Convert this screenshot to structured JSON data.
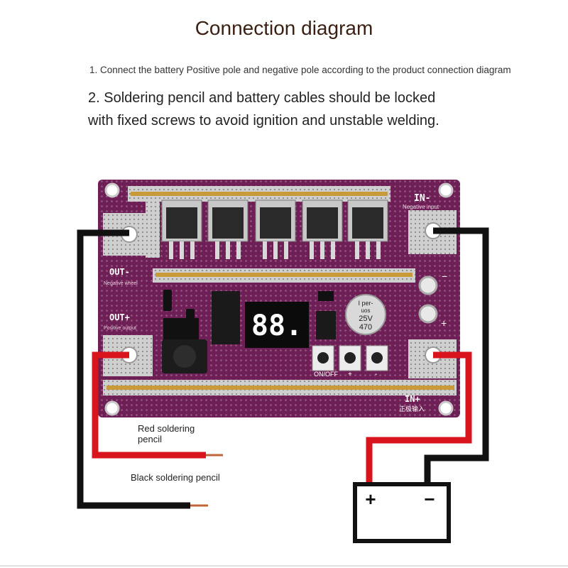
{
  "title": "Connection diagram",
  "instructions": {
    "step1": "1. Connect the battery Positive pole and negative pole according to the product connection diagram",
    "step2_line1": "2. Soldering pencil and battery cables should be locked",
    "step2_line2": "with fixed screws to avoid ignition and unstable welding."
  },
  "board": {
    "color": "#6e1f55",
    "in_minus": "IN-",
    "in_minus_sub": "Negative input",
    "out_minus": "OUT-",
    "out_minus_sub": "Negative wheel",
    "out_plus": "OUT+",
    "out_plus_sub": "Positive output",
    "in_plus": "IN+",
    "in_plus_sub": "正极输入",
    "display": "88.",
    "cap_line1": "470",
    "cap_line2": "25V",
    "cap_line3": "I per-",
    "cap_line4": "uos",
    "on_off": "ON/OFF",
    "minus_key": "-",
    "plus_key": "+",
    "pad_minus": "−",
    "pad_plus": "+"
  },
  "labels": {
    "red_line1": "Red soldering",
    "red_line2": "pencil",
    "black": "Black soldering pencil"
  },
  "battery": {
    "plus": "+",
    "minus": "−"
  }
}
